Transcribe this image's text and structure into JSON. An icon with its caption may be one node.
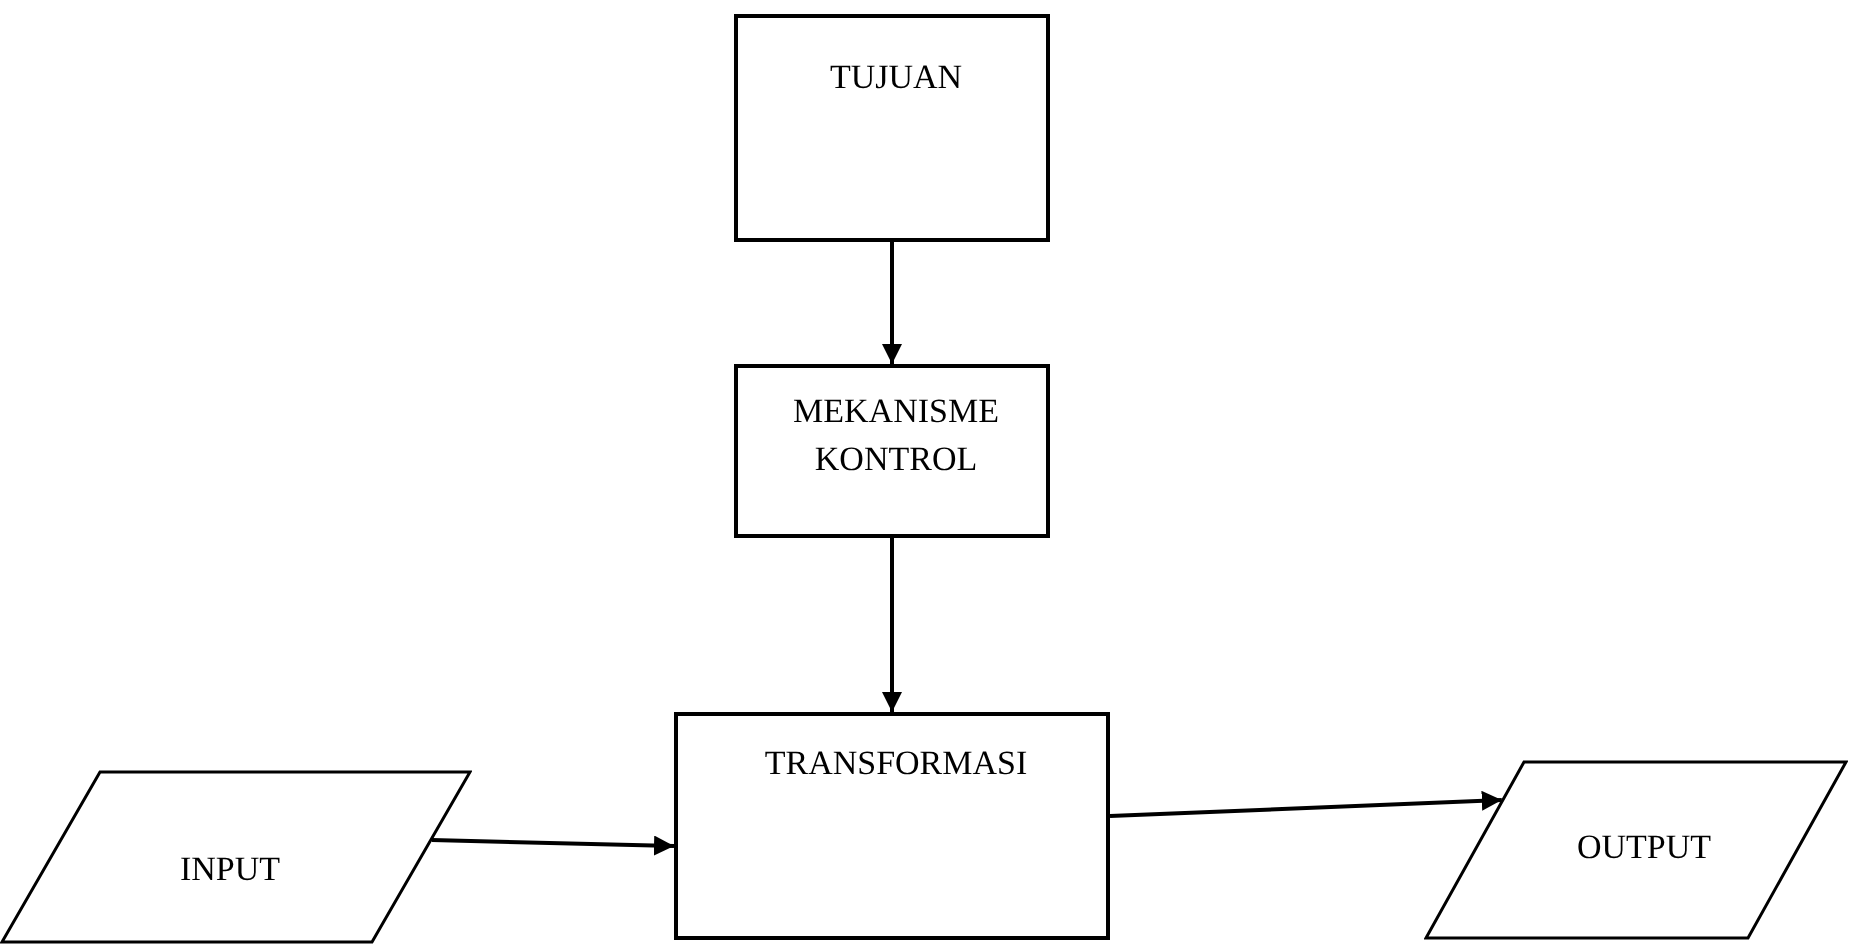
{
  "diagram": {
    "nodes": [
      {
        "text": [
          "TUJUAN"
        ]
      },
      {
        "text": [
          "MEKANISME KONTROL"
        ]
      },
      {
        "text": [
          "TRANSFORMASI"
        ]
      },
      {
        "text": [
          "INPUT"
        ]
      },
      {
        "text": [
          "OUTPUT"
        ]
      }
    ],
    "edges": [
      {
        "from": 0,
        "to": 1,
        "arrow": "to"
      },
      {
        "from": 1,
        "to": 2,
        "arrow": "to"
      },
      {
        "from": 3,
        "to": 2,
        "arrow": "to"
      },
      {
        "from": 2,
        "to": 4,
        "arrow": "to"
      }
    ]
  }
}
